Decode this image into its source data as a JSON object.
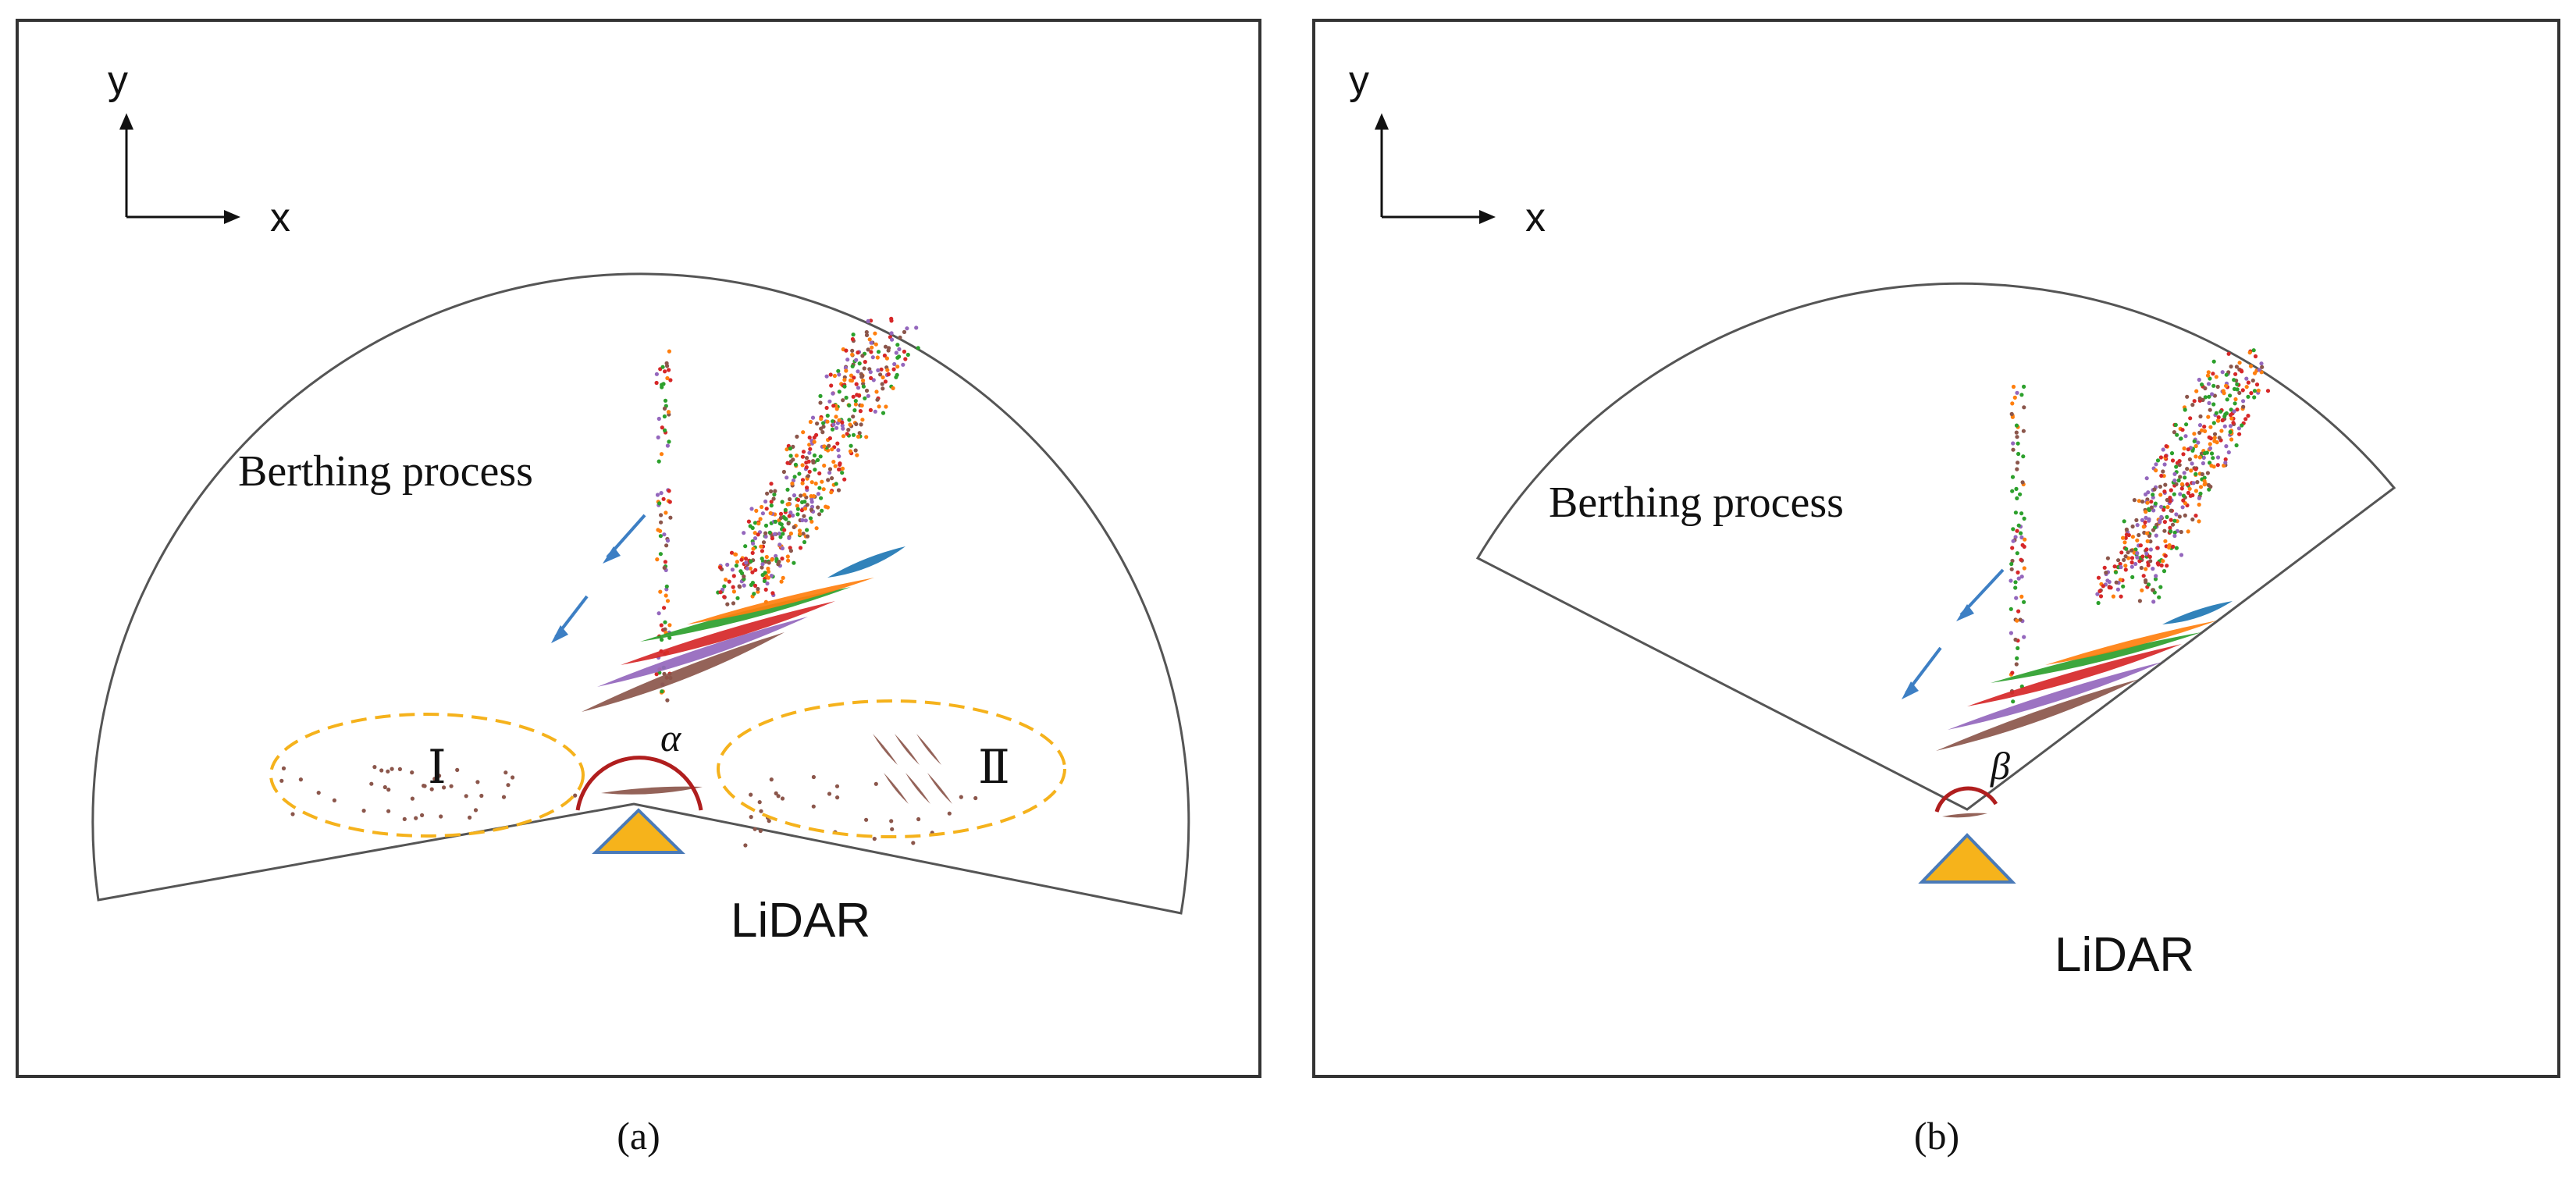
{
  "panels": [
    {
      "axis_y": "y",
      "axis_x": "x",
      "process_label": "Berthing process",
      "sensor_label": "LiDAR",
      "angle_symbol": "α",
      "region_1": "Ⅰ",
      "region_2": "Ⅱ",
      "caption": "(a)"
    },
    {
      "axis_y": "y",
      "axis_x": "x",
      "process_label": "Berthing process",
      "sensor_label": "LiDAR",
      "angle_symbol": "β",
      "caption": "(b)"
    }
  ],
  "colors": {
    "frame": "#333333",
    "sector_outline": "#555555",
    "arrow": "#3d7fc4",
    "angle_arc": "#b01e1e",
    "ellipse": "#f5b21c",
    "lidar_fill": "#f6b31b",
    "lidar_stroke": "#4a7ab8",
    "track_colors": [
      "#8b564b",
      "#9467bd",
      "#d62728",
      "#2ca02c",
      "#ff7f0e",
      "#1f77b4"
    ]
  }
}
